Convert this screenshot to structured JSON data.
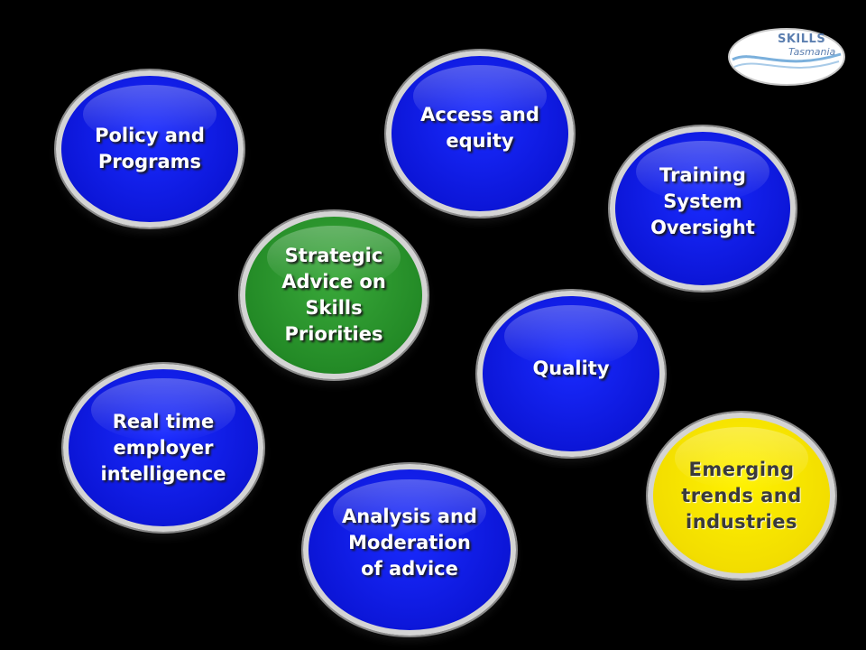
{
  "logo": {
    "line1": "SKILLS",
    "line2": "Tasmania",
    "colors": {
      "text": "#5c7fb0",
      "swoosh": "#7bb0dc",
      "background": "#ffffff"
    }
  },
  "bubbles": {
    "policy_programs": "Policy and\nPrograms",
    "access_equity": "Access and\nequity",
    "training_oversight": "Training\nSystem\nOversight",
    "strategic_advice": "Strategic\nAdvice on\nSkills\nPriorities",
    "quality": "Quality",
    "realtime_employer": "Real time\nemployer\nintelligence",
    "emerging_trends": "Emerging\ntrends and\nindustries",
    "analysis_moderation": "Analysis and\nModeration\nof advice"
  },
  "colors": {
    "background": "#000000",
    "blue": "#0c16d8",
    "green": "#238a26",
    "yellow": "#f2dd00",
    "border": "#d4d4d4"
  }
}
